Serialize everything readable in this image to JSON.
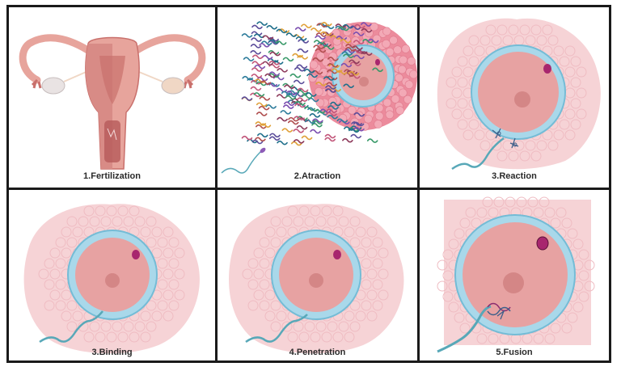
{
  "panels": [
    {
      "caption": "1.Fertilization",
      "scene": "uterus"
    },
    {
      "caption": "2.Atraction",
      "scene": "attraction"
    },
    {
      "caption": "3.Reaction",
      "scene": "reaction"
    },
    {
      "caption": "3.Binding",
      "scene": "binding"
    },
    {
      "caption": "4.Penetration",
      "scene": "penetration"
    },
    {
      "caption": "5.Fusion",
      "scene": "fusion"
    }
  ],
  "colors": {
    "corona": "#f6d3d6",
    "corona_cell": "#efbcc2",
    "zona": "#a9d8ea",
    "zona_edge": "#74bcd6",
    "cytoplasm": "#e7a2a2",
    "nucleus": "#d48686",
    "polar_body": "#a8266e",
    "uterus": "#e7a49c",
    "uterus_dark": "#c9706c",
    "sperm": "#58a8b8"
  }
}
